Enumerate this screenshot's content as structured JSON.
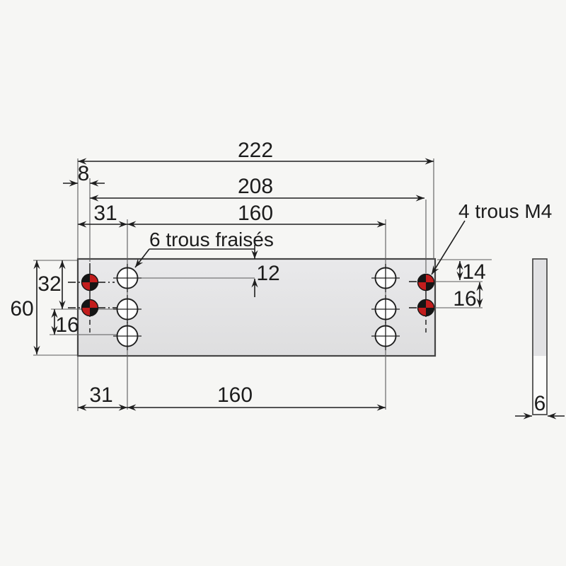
{
  "drawing": {
    "top_dims": {
      "total_width": "222",
      "m4_span": "208",
      "hole_span": "160",
      "edge_to_holes": "31",
      "edge_to_m4": "8"
    },
    "left_dims": {
      "plate_height": "60",
      "top_to_row2": "32",
      "row_spacing": "16"
    },
    "right_dims": {
      "top_to_m4": "14",
      "m4_spacing": "16"
    },
    "inner_dims": {
      "top_to_row1": "12"
    },
    "bottom_dims": {
      "edge_to_holes": "31",
      "hole_span": "160"
    },
    "side_view": {
      "thickness": "6"
    },
    "labels": {
      "countersunk_holes": "6 trous fraisés",
      "tapped_holes": "4 trous M4"
    },
    "colors": {
      "hole_red": "#c21d1d",
      "plate_fill": "#e4e4e6",
      "line_dark": "#2b2b2b",
      "background": "#f6f6f4"
    }
  }
}
